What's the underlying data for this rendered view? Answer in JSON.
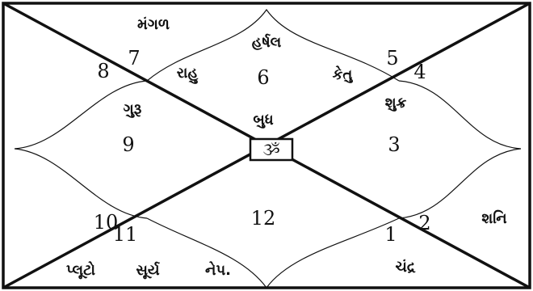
{
  "chart": {
    "center_symbol": "ૐ",
    "houses": [
      {
        "number": "7"
      },
      {
        "number": "8"
      },
      {
        "number": "6"
      },
      {
        "number": "5"
      },
      {
        "number": "4"
      },
      {
        "number": "9"
      },
      {
        "number": "3"
      },
      {
        "number": "12"
      },
      {
        "number": "10"
      },
      {
        "number": "11"
      },
      {
        "number": "1"
      },
      {
        "number": "2"
      }
    ],
    "planets": [
      {
        "name": "મંગળ"
      },
      {
        "name": "હર્ષલ"
      },
      {
        "name": "રાહુ"
      },
      {
        "name": "કેતુ"
      },
      {
        "name": "શુક્ર"
      },
      {
        "name": "ગુરૂ"
      },
      {
        "name": "બુધ"
      },
      {
        "name": "શનિ"
      },
      {
        "name": "પ્લૂટો"
      },
      {
        "name": "સૂર્ય"
      },
      {
        "name": "નેપ."
      },
      {
        "name": "ચંદ્ર"
      }
    ]
  }
}
